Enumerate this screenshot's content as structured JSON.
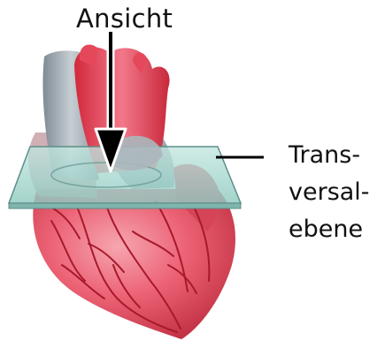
{
  "labels": {
    "view": "Ansicht",
    "plane": [
      "Trans-",
      "versal-",
      "ebene"
    ]
  },
  "colors": {
    "heart_muscle": "#e8546a",
    "heart_highlight": "#f7a0ad",
    "vessels": "#b21e2e",
    "aorta": "#e23c4e",
    "vena_cava": "#9aa5ad",
    "plane_fill": "#a8d6cf",
    "plane_edge": "#5b8e88",
    "arrow": "#000000"
  },
  "icons": [
    "heart-illustration",
    "view-arrow"
  ]
}
